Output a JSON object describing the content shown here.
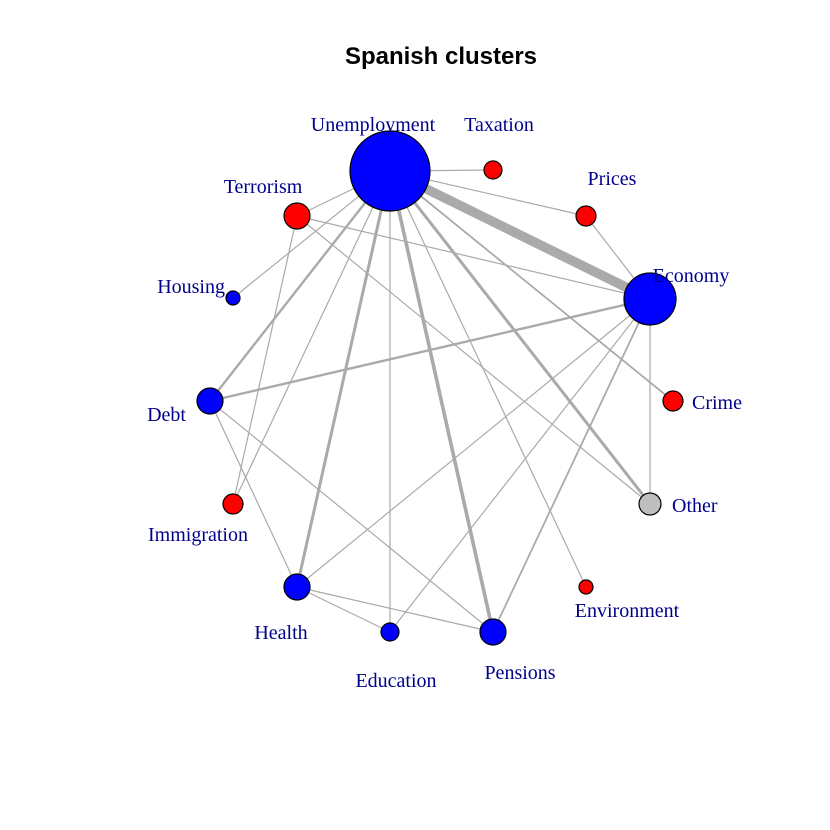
{
  "title": "Spanish clusters",
  "colors": {
    "edge": "#aaaaaa",
    "label": "#00008b",
    "cluster_blue": "#0000ff",
    "cluster_red": "#ff0000",
    "cluster_other": "#bebebe"
  },
  "nodes": [
    {
      "id": "unemployment",
      "label": "Unemployment",
      "cluster": "blue"
    },
    {
      "id": "taxation",
      "label": "Taxation",
      "cluster": "red"
    },
    {
      "id": "prices",
      "label": "Prices",
      "cluster": "red"
    },
    {
      "id": "economy",
      "label": "Economy",
      "cluster": "blue"
    },
    {
      "id": "crime",
      "label": "Crime",
      "cluster": "red"
    },
    {
      "id": "other",
      "label": "Other",
      "cluster": "other"
    },
    {
      "id": "environment",
      "label": "Environment",
      "cluster": "red"
    },
    {
      "id": "pensions",
      "label": "Pensions",
      "cluster": "blue"
    },
    {
      "id": "education",
      "label": "Education",
      "cluster": "blue"
    },
    {
      "id": "health",
      "label": "Health",
      "cluster": "blue"
    },
    {
      "id": "immigration",
      "label": "Immigration",
      "cluster": "red"
    },
    {
      "id": "debt",
      "label": "Debt",
      "cluster": "blue"
    },
    {
      "id": "housing",
      "label": "Housing",
      "cluster": "blue"
    },
    {
      "id": "terrorism",
      "label": "Terrorism",
      "cluster": "red"
    }
  ],
  "edges": [
    {
      "source": "unemployment",
      "target": "economy",
      "weight": 8
    },
    {
      "source": "unemployment",
      "target": "taxation",
      "weight": 1
    },
    {
      "source": "unemployment",
      "target": "prices",
      "weight": 1
    },
    {
      "source": "unemployment",
      "target": "terrorism",
      "weight": 1
    },
    {
      "source": "unemployment",
      "target": "housing",
      "weight": 1
    },
    {
      "source": "unemployment",
      "target": "debt",
      "weight": 2
    },
    {
      "source": "unemployment",
      "target": "immigration",
      "weight": 1
    },
    {
      "source": "unemployment",
      "target": "health",
      "weight": 2.5
    },
    {
      "source": "unemployment",
      "target": "education",
      "weight": 1
    },
    {
      "source": "unemployment",
      "target": "pensions",
      "weight": 3
    },
    {
      "source": "unemployment",
      "target": "environment",
      "weight": 1
    },
    {
      "source": "unemployment",
      "target": "other",
      "weight": 2.5
    },
    {
      "source": "unemployment",
      "target": "crime",
      "weight": 1.5
    },
    {
      "source": "terrorism",
      "target": "economy",
      "weight": 1
    },
    {
      "source": "terrorism",
      "target": "other",
      "weight": 1
    },
    {
      "source": "terrorism",
      "target": "immigration",
      "weight": 1
    },
    {
      "source": "prices",
      "target": "economy",
      "weight": 1
    },
    {
      "source": "economy",
      "target": "debt",
      "weight": 2
    },
    {
      "source": "economy",
      "target": "other",
      "weight": 1
    },
    {
      "source": "economy",
      "target": "health",
      "weight": 1
    },
    {
      "source": "economy",
      "target": "education",
      "weight": 1
    },
    {
      "source": "economy",
      "target": "pensions",
      "weight": 1.5
    },
    {
      "source": "debt",
      "target": "health",
      "weight": 1
    },
    {
      "source": "debt",
      "target": "pensions",
      "weight": 1
    },
    {
      "source": "health",
      "target": "education",
      "weight": 1
    },
    {
      "source": "health",
      "target": "pensions",
      "weight": 1
    }
  ]
}
